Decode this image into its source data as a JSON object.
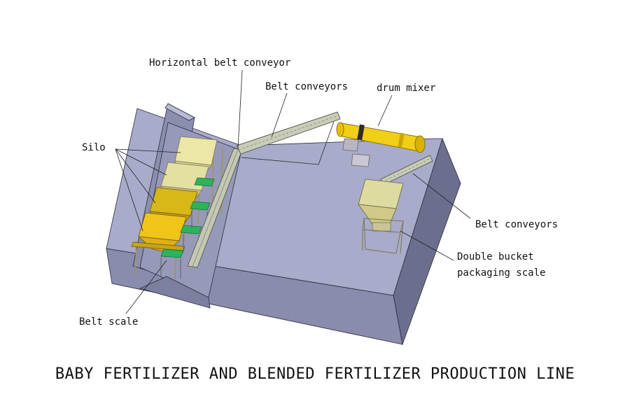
{
  "labels": {
    "horizontal_belt_conveyor": "Horizontal belt conveyor",
    "belt_conveyors_top": "Belt conveyors",
    "drum_mixer": "drum mixer",
    "silo": "Silo",
    "belt_conveyors_right": "Belt conveyors",
    "double_bucket_line1": "Double bucket",
    "double_bucket_line2": "packaging scale",
    "belt_scale": "Belt scale"
  },
  "caption": "BABY FERTILIZER AND BLENDED FERTILIZER PRODUCTION LINE",
  "colors": {
    "platform_top": "#a8aac9",
    "platform_side": "#7b7d9d",
    "platform_front": "#8e90b1",
    "silo_yellow": "#e8c21a",
    "silo_light": "#e6e2a6",
    "mixer_yellow": "#f0cf16",
    "conveyor_gray": "#c4c8b4",
    "belt_scale_green": "#2fb35a",
    "support_frame": "#9c9468"
  }
}
